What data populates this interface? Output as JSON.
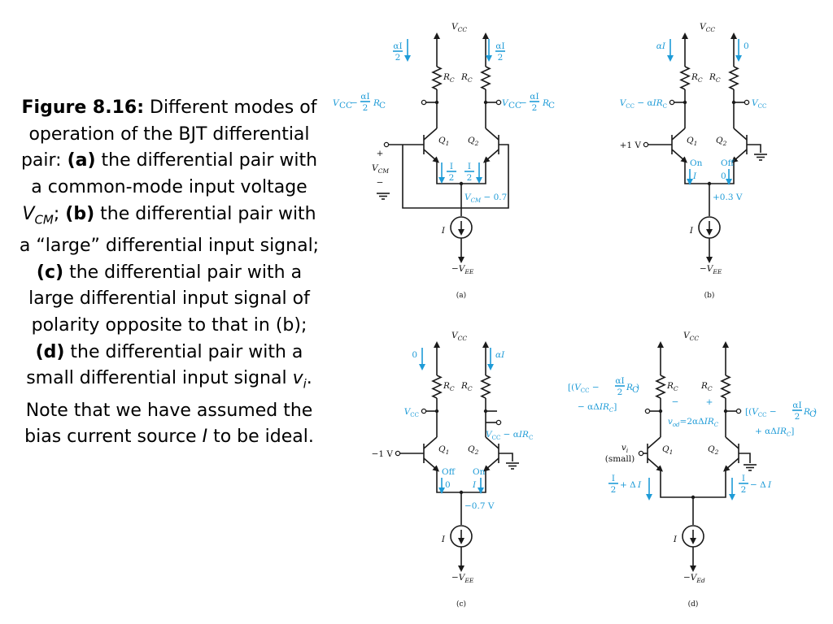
{
  "caption": {
    "label": "Figure 8.16:",
    "p1": " Different modes of operation of the BJT differential pair: ",
    "a": "(a)",
    "p2": " the differential pair with a common-mode input voltage ",
    "vcm": "V",
    "vcm_sub": "CM",
    "p3": "; ",
    "b": "(b)",
    "p4": " the differential pair with a “large” differential input signal; ",
    "c": "(c)",
    "p5": " the differential pair with a large differential input signal of polarity opposite to that in (b); ",
    "d": "(d)",
    "p6": " the differential pair with a small differential input signal ",
    "vi": "v",
    "vi_sub": "i",
    "p7": ".  Note that we have assumed the bias current source ",
    "i": "I",
    "p8": " to be ideal."
  },
  "panels": {
    "a": {
      "tag": "(a)",
      "vcc": "V",
      "vcc_sub": "CC",
      "vee": "−V",
      "vee_sub": "EE",
      "rc": "R",
      "rc_sub": "C",
      "q1": "Q",
      "q1_sub": "1",
      "q2": "Q",
      "q2_sub": "2",
      "i_src": "I",
      "top_cur_left": "αI/2",
      "top_cur_right": "αI/2",
      "out_left": "V_CC − (αI/2)R_C",
      "out_right": "V_CC − (αI/2)R_C",
      "input": "V_CM",
      "emit_cur_left": "I/2",
      "emit_cur_right": "I/2",
      "emitter_node": "V_CM − 0.7"
    },
    "b": {
      "tag": "(b)",
      "vcc": "V",
      "vcc_sub": "CC",
      "vee": "−V",
      "vee_sub": "EE",
      "rc": "R",
      "rc_sub": "C",
      "q1": "Q",
      "q1_sub": "1",
      "q2": "Q",
      "q2_sub": "2",
      "i_src": "I",
      "top_cur_left": "αI",
      "top_cur_right": "0",
      "out_left": "V_CC − αIR_C",
      "out_right": "V_CC",
      "input": "+1 V",
      "state_left": "On",
      "state_right": "Off",
      "emit_cur_left": "I",
      "emit_cur_right": "0",
      "emitter_node": "+0.3 V"
    },
    "c": {
      "tag": "(c)",
      "vcc": "V",
      "vcc_sub": "CC",
      "vee": "−V",
      "vee_sub": "EE",
      "rc": "R",
      "rc_sub": "C",
      "q1": "Q",
      "q1_sub": "1",
      "q2": "Q",
      "q2_sub": "2",
      "i_src": "I",
      "top_cur_left": "0",
      "top_cur_right": "αI",
      "out_left": "V_CC",
      "out_right": "V_CC − αIR_C",
      "input": "−1 V",
      "state_left": "Off",
      "state_right": "On",
      "emit_cur_left": "0",
      "emit_cur_right": "I",
      "emitter_node": "−0.7 V"
    },
    "d": {
      "tag": "(d)",
      "vcc": "V",
      "vcc_sub": "CC",
      "vee": "−V",
      "vee_sub": "Ed",
      "rc": "R",
      "rc_sub": "C",
      "q1": "Q",
      "q1_sub": "1",
      "q2": "Q",
      "q2_sub": "2",
      "i_src": "I",
      "out_left_1": "[(V_CC − (αI/2)R_C)",
      "out_left_2": "− αΔIR_C]",
      "out_right_1": "[(V_CC − (αI/2)R_C)",
      "out_right_2": "+ αΔIR_C]",
      "minus": "−",
      "plus": "+",
      "vod": "v_od = 2αΔIR_C",
      "input": "v_i",
      "input_note": "(small)",
      "emit_cur_left": "I/2 + ΔI",
      "emit_cur_right": "I/2 − ΔI"
    }
  }
}
